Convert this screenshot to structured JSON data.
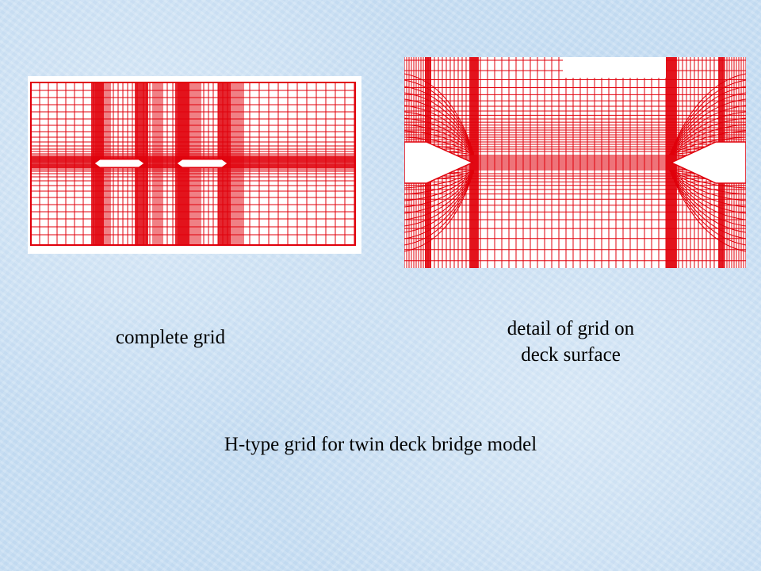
{
  "captions": {
    "left": "complete grid",
    "right_line1": "detail of  grid on",
    "right_line2": "deck surface",
    "bottom": "H-type grid for twin deck bridge model"
  },
  "colors": {
    "grid": "#e0000b",
    "panel_bg": "#ffffff",
    "page_bg": "#c9dff3"
  }
}
